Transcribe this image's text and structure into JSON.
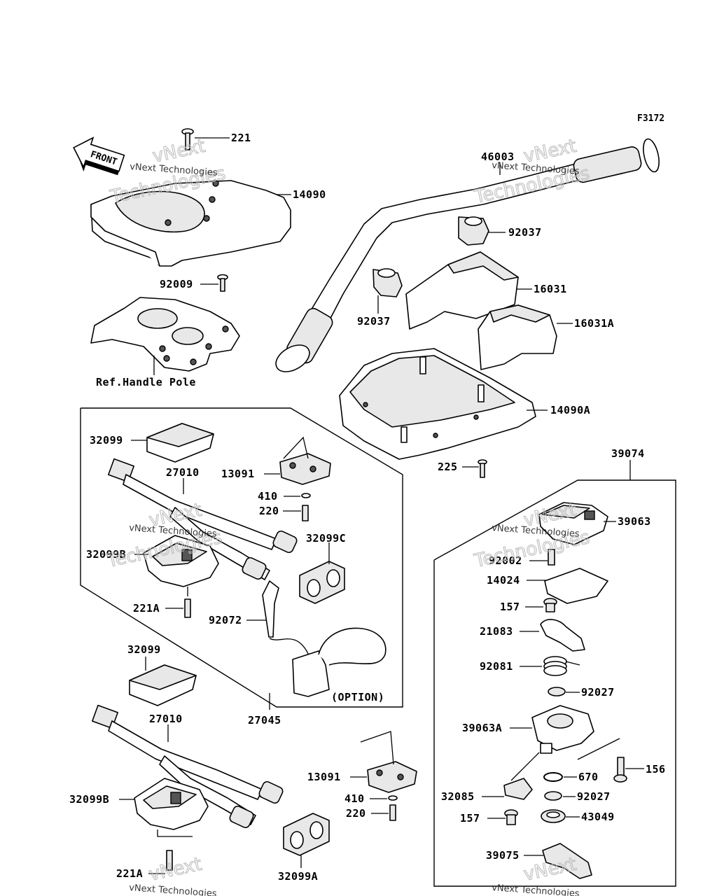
{
  "figure_code": "F3172",
  "direction_label": "FRONT",
  "watermark": {
    "line1": "vNext",
    "line2": "Technologies",
    "small": "vNext Technologies"
  },
  "labels": {
    "p221_top": "221",
    "p14090": "14090",
    "p92009": "92009",
    "ref_handle_pole": "Ref.Handle Pole",
    "p46003": "46003",
    "p92037_a": "92037",
    "p16031": "16031",
    "p92037_b": "92037",
    "p16031A": "16031A",
    "p14090A": "14090A",
    "p225": "225",
    "p39074": "39074",
    "p32099_a": "32099",
    "p27010_a": "27010",
    "p13091_a": "13091",
    "p410_a": "410",
    "p220_a": "220",
    "p32099C": "32099C",
    "p32099B_a": "32099B",
    "p221A_a": "221A",
    "p92072": "92072",
    "option": "(OPTION)",
    "p27045": "27045",
    "p32099_b": "32099",
    "p27010_b": "27010",
    "p13091_b": "13091",
    "p410_b": "410",
    "p220_b": "220",
    "p32099B_b": "32099B",
    "p221A_b": "221A",
    "p32099A": "32099A",
    "p39063": "39063",
    "p92002": "92002",
    "p14024": "14024",
    "p157_a": "157",
    "p21083": "21083",
    "p92081": "92081",
    "p92027_a": "92027",
    "p39063A": "39063A",
    "p156": "156",
    "p670": "670",
    "p32085": "32085",
    "p92027_b": "92027",
    "p157_b": "157",
    "p43049": "43049",
    "p39075": "39075"
  }
}
